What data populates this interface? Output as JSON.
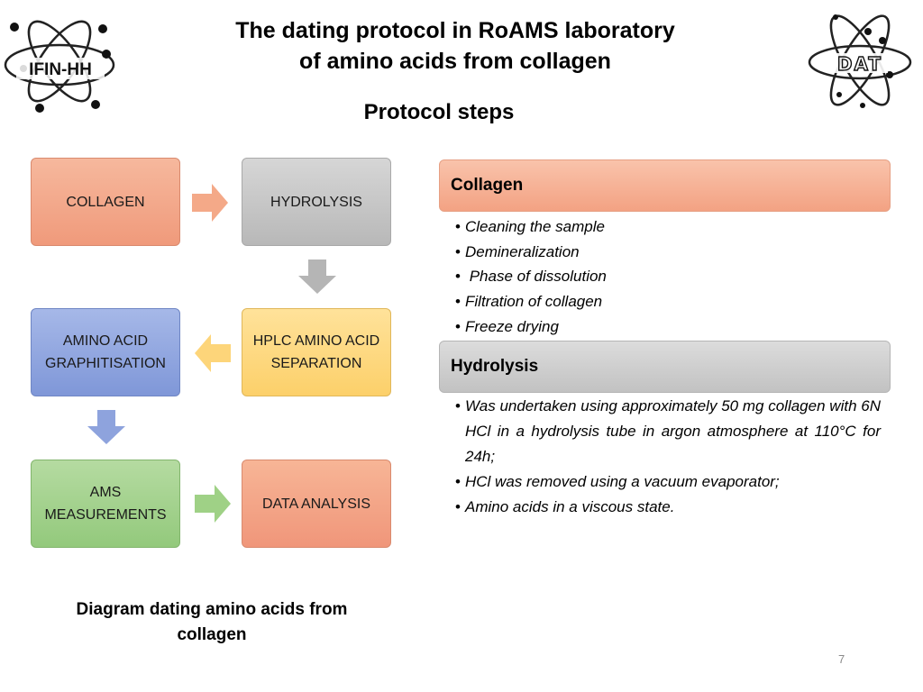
{
  "logos": {
    "left_text": "IFIN-HH",
    "right_text": "DAT"
  },
  "header": {
    "title_line1": "The dating protocol in RoAMS laboratory",
    "title_line2": "of amino acids from collagen",
    "subtitle": "Protocol steps"
  },
  "diagram": {
    "boxes": {
      "collagen": "COLLAGEN",
      "hydrolysis": "HYDROLYSIS",
      "hplc_line1": "HPLC AMINO ACID",
      "hplc_line2": "SEPARATION",
      "amino_line1": "AMINO ACID",
      "amino_line2": "GRAPHITISATION",
      "ams_line1": "AMS",
      "ams_line2": "MEASUREMENTS",
      "data": "DATA ANALYSIS"
    },
    "caption_line1": "Diagram dating amino acids from",
    "caption_line2": "collagen"
  },
  "sections": {
    "collagen": {
      "heading": "Collagen",
      "items": [
        "Cleaning the sample",
        "Demineralization",
        " Phase of dissolution",
        "Filtration of collagen",
        "Freeze drying"
      ]
    },
    "hydrolysis": {
      "heading": "Hydrolysis",
      "items": [
        "Was undertaken using approximately 50 mg collagen with 6N HCl in a hydrolysis tube in argon atmosphere at 110°C for 24h;",
        "HCl was removed using a vacuum evaporator;",
        "Amino acids in a viscous state."
      ]
    }
  },
  "page_number": "7",
  "colors": {
    "collagen_box": "#f09a7b",
    "hydrolysis_box": "#b8b8b8",
    "hplc_box": "#fcd06a",
    "amino_box": "#7f97d8",
    "ams_box": "#93c97c",
    "data_box": "#f0967a"
  }
}
